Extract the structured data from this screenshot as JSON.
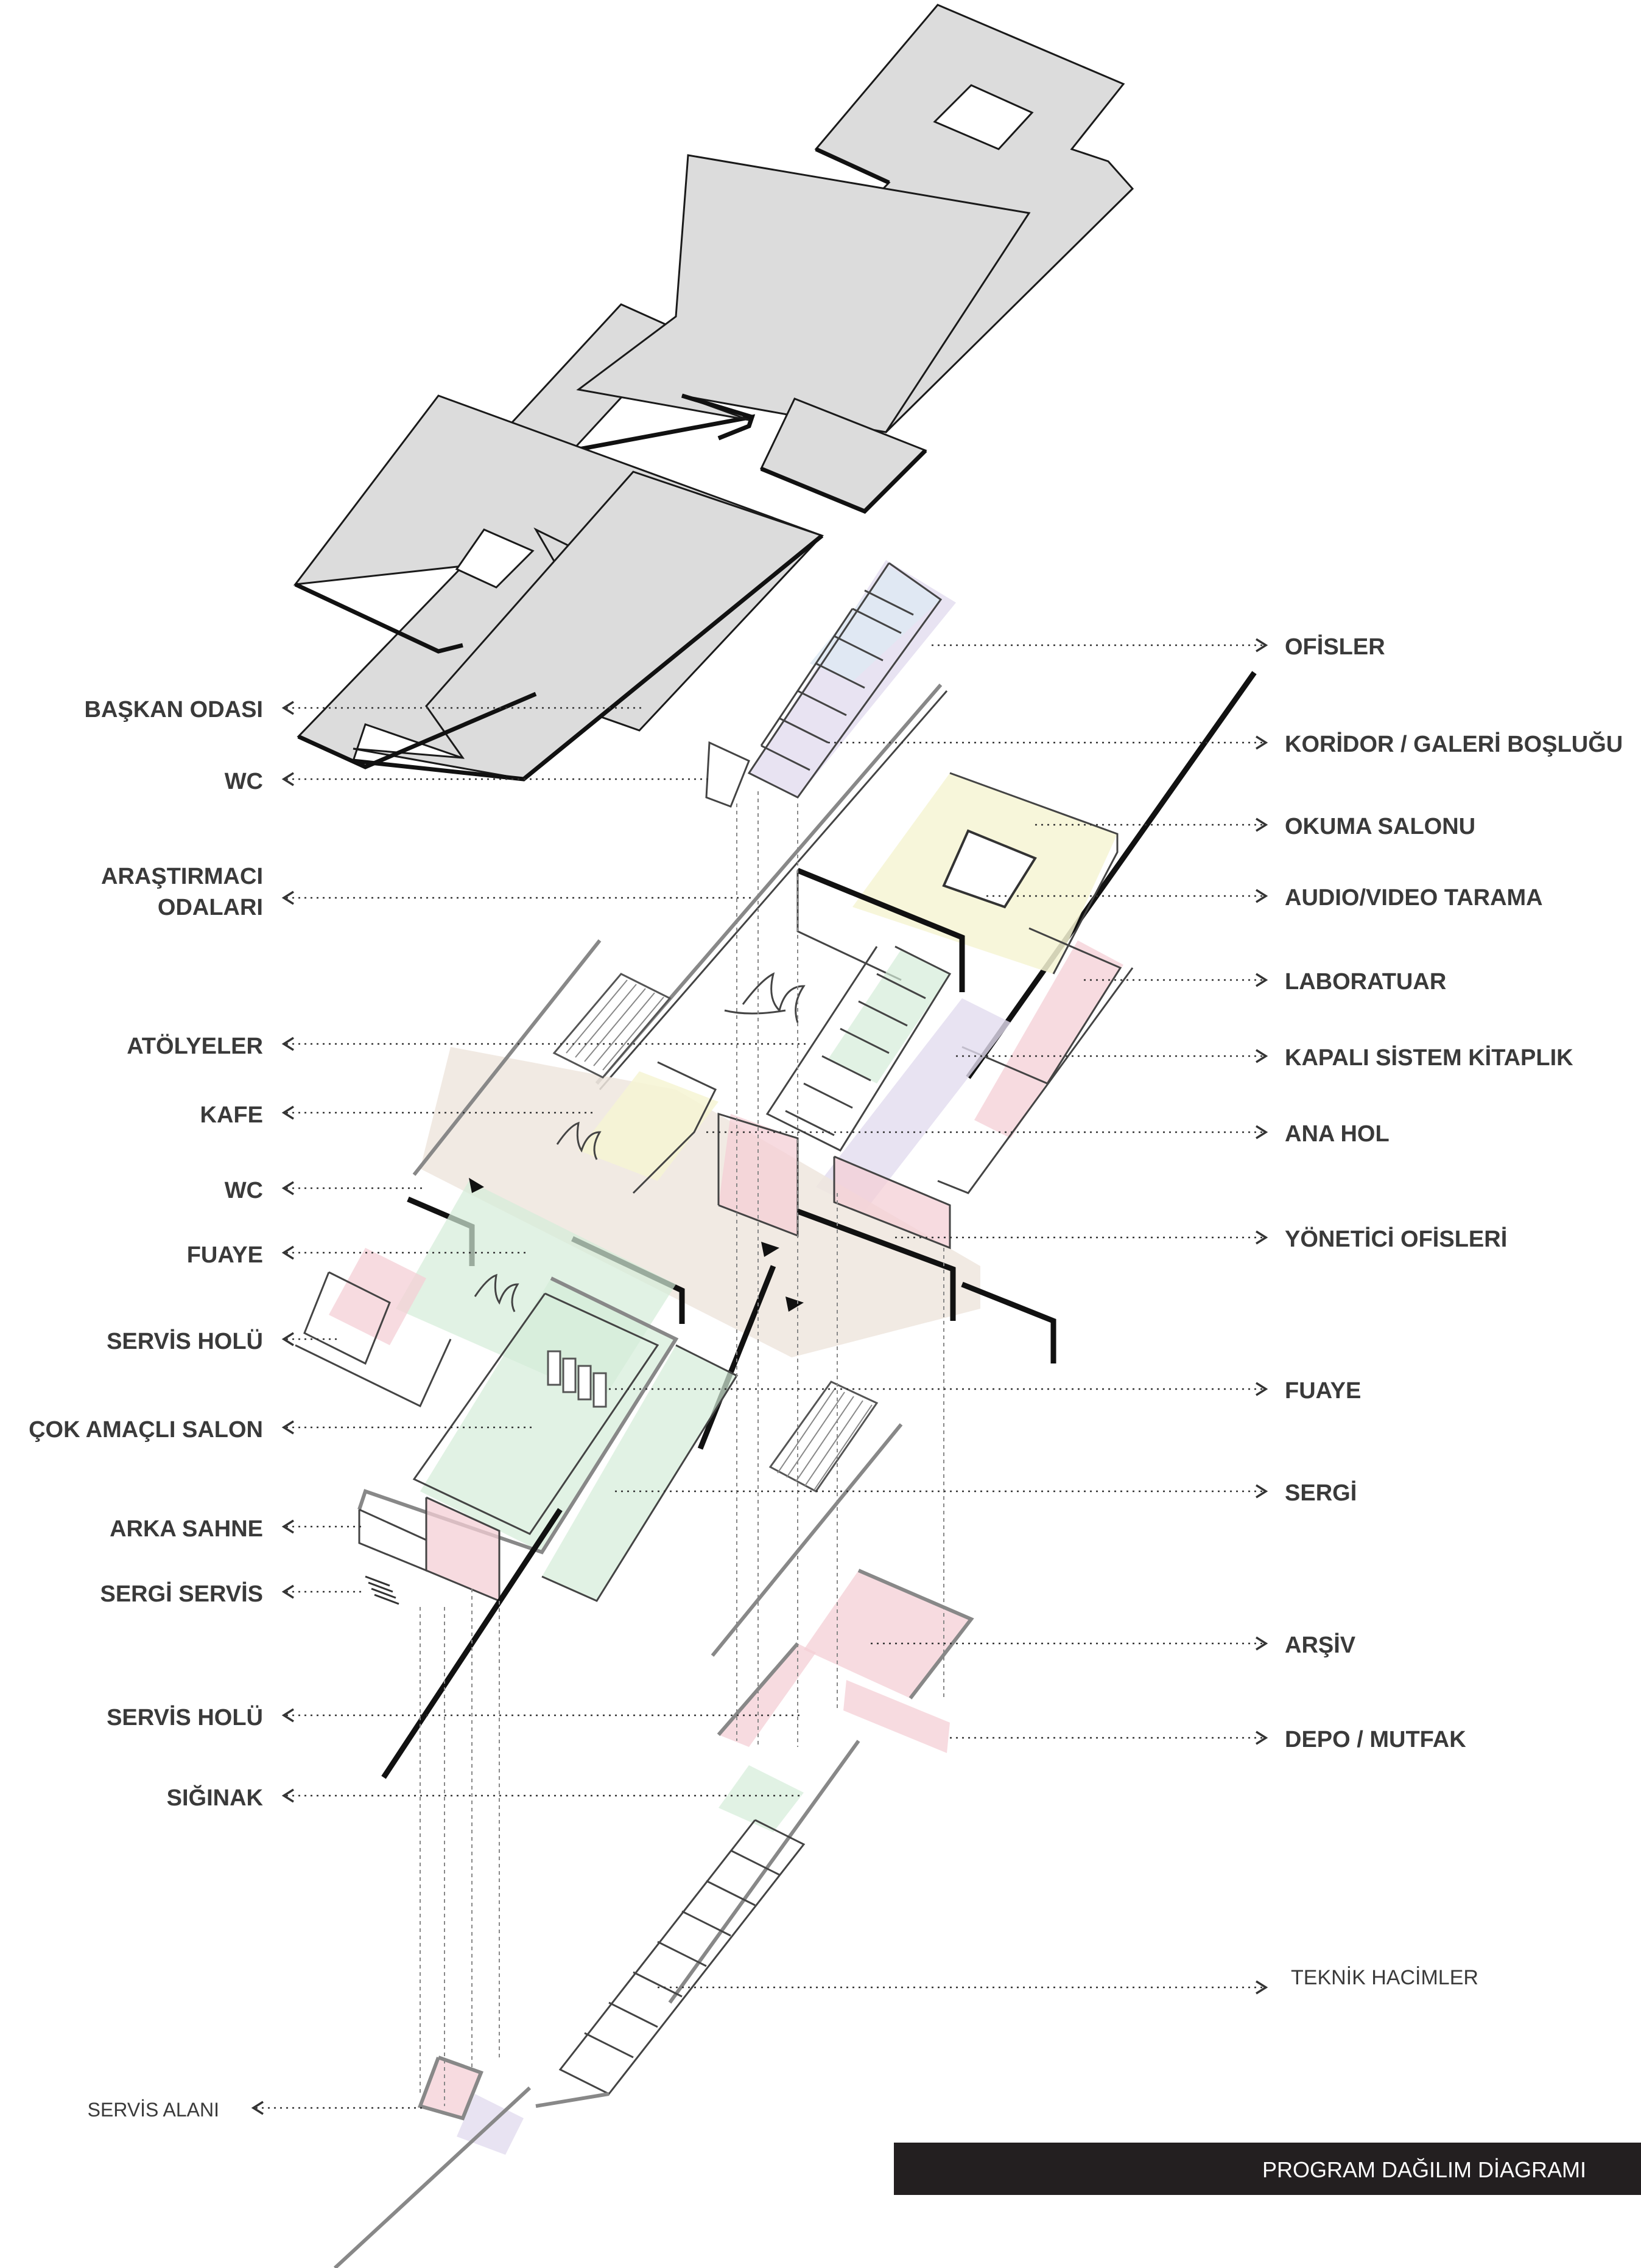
{
  "title": "PROGRAM DAĞILIM DİAGRAMI",
  "labels_left": [
    {
      "id": "baskan-odasi",
      "text": "BAŞKAN ODASI"
    },
    {
      "id": "wc-top",
      "text": "WC"
    },
    {
      "id": "arastirmaci-line1",
      "text": "ARAŞTIRMACI"
    },
    {
      "id": "arastirmaci-line2",
      "text": "ODALARI"
    },
    {
      "id": "atolyeler",
      "text": "ATÖLYELER"
    },
    {
      "id": "kafe",
      "text": "KAFE"
    },
    {
      "id": "wc-mid",
      "text": "WC"
    },
    {
      "id": "fuaye-left",
      "text": "FUAYE"
    },
    {
      "id": "servis-holu-top",
      "text": "SERVİS HOLÜ"
    },
    {
      "id": "cok-amacli-salon",
      "text": "ÇOK AMAÇLI SALON"
    },
    {
      "id": "arka-sahne",
      "text": "ARKA SAHNE"
    },
    {
      "id": "sergi-servis",
      "text": "SERGİ SERVİS"
    },
    {
      "id": "servis-holu-bottom",
      "text": "SERVİS HOLÜ"
    },
    {
      "id": "siginak",
      "text": "SIĞINAK"
    },
    {
      "id": "servis-alani",
      "text": "SERVİS ALANI"
    }
  ],
  "labels_right": [
    {
      "id": "ofisler",
      "text": "OFİSLER"
    },
    {
      "id": "koridor",
      "text": "KORİDOR / GALERİ BOŞLUĞU"
    },
    {
      "id": "okuma-salonu",
      "text": "OKUMA SALONU"
    },
    {
      "id": "audio-video",
      "text": "AUDIO/VIDEO TARAMA"
    },
    {
      "id": "laboratuar",
      "text": "LABORATUAR"
    },
    {
      "id": "kapali-sistem",
      "text": "KAPALI SİSTEM KİTAPLIK"
    },
    {
      "id": "ana-hol",
      "text": "ANA HOL"
    },
    {
      "id": "yonetici",
      "text": "YÖNETİCİ OFİSLERİ"
    },
    {
      "id": "fuaye-right",
      "text": "FUAYE"
    },
    {
      "id": "sergi",
      "text": "SERGİ"
    },
    {
      "id": "arsiv",
      "text": "ARŞİV"
    },
    {
      "id": "depo-mutfak",
      "text": "DEPO / MUTFAK"
    },
    {
      "id": "teknik-hacimler",
      "text": "TEKNİK HACİMLER"
    }
  ],
  "colors": {
    "roof": "#dcdcdc",
    "pink": "#f4cfd6",
    "green": "#d4ecd8",
    "yellow": "#f6f5d4",
    "lavender": "#e2dcef",
    "beige": "#efe6de",
    "title_bar": "#231f20"
  }
}
